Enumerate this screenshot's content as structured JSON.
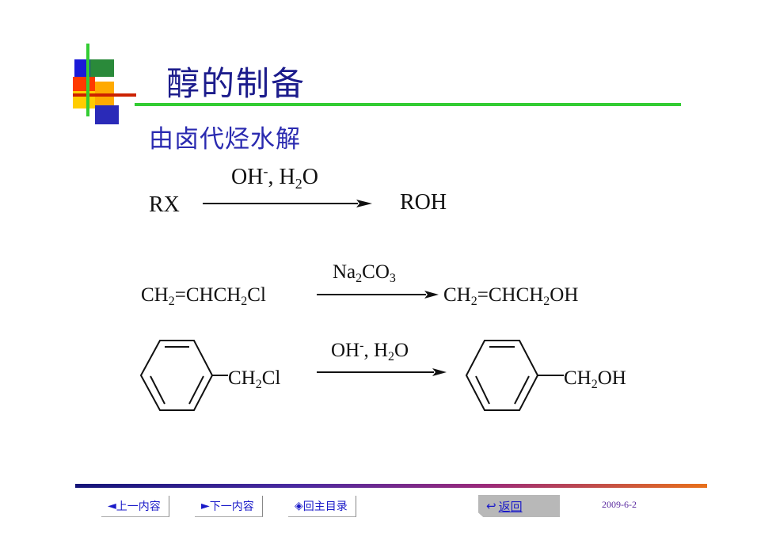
{
  "slide": {
    "title": "醇的制备",
    "subtitle": "由卤代烃水解"
  },
  "reactions": {
    "r1": {
      "reactant": "RX",
      "product": "ROH",
      "reagent_base": "OH",
      "reagent_charge": "-",
      "reagent_mid": ", H",
      "reagent_sub": "2",
      "reagent_end": "O"
    },
    "r2": {
      "reactant": [
        "CH",
        "2",
        "=CHCH",
        "2",
        "Cl"
      ],
      "reagent": [
        "Na",
        "2",
        "CO",
        "3"
      ],
      "product": [
        "CH",
        "2",
        "=CHCH",
        "2",
        "OH"
      ]
    },
    "r3": {
      "reactant_group": [
        "CH",
        "2",
        "Cl"
      ],
      "reagent": [
        "OH",
        "-",
        ", H",
        "2",
        "O"
      ],
      "product_group": [
        "CH",
        "2",
        "OH"
      ]
    }
  },
  "footer": {
    "prev_label": "上一内容",
    "next_label": "下一内容",
    "toc_label": "回主目录",
    "back_label": "返回",
    "date": "2009-6-2",
    "prev_icon": "◄",
    "next_icon": "►",
    "toc_icon": "◈",
    "back_icon": "↩"
  },
  "colors": {
    "title": "#1c1c8c",
    "subtitle": "#2a2ab0",
    "title_rule": "#33cc33",
    "nav_text": "#1a1ac8"
  }
}
